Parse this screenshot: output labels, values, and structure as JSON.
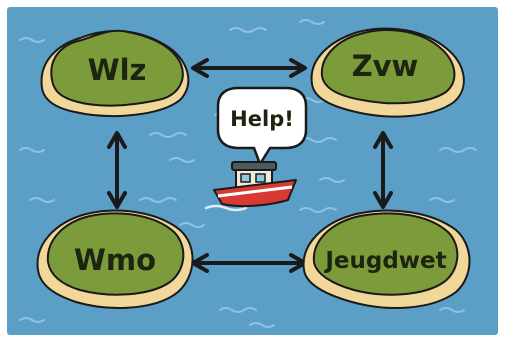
{
  "diagram": {
    "islands": [
      {
        "id": "wlz",
        "label": "Wlz"
      },
      {
        "id": "zvw",
        "label": "Zvw"
      },
      {
        "id": "wmo",
        "label": "Wmo"
      },
      {
        "id": "jeugdwet",
        "label": "Jeugdwet"
      }
    ],
    "connections": [
      {
        "from": "wlz",
        "to": "zvw"
      },
      {
        "from": "wmo",
        "to": "jeugdwet"
      },
      {
        "from": "wlz",
        "to": "wmo"
      },
      {
        "from": "zvw",
        "to": "jeugdwet"
      }
    ],
    "speech_bubble": {
      "text": "Help!"
    },
    "colors": {
      "sea": "#5b9fc6",
      "island_grass": "#7c9b3a",
      "island_sand": "#f1d79a",
      "boat_hull": "#d83a33",
      "arrow": "#1a1a1a"
    }
  }
}
